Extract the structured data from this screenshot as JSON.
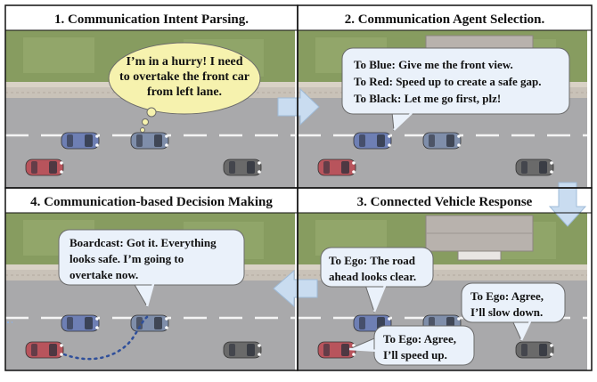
{
  "panels": [
    {
      "title": "1. Communication Intent Parsing.",
      "bubble_lines": [
        "I’m in a hurry! I need",
        "to overtake the front car",
        "from left lane."
      ]
    },
    {
      "title": "2. Communication Agent Selection.",
      "bubble_lines": [
        "To Blue: Give me the front view.",
        "To Red: Speed up to create a safe gap.",
        "To Black: Let me go first, plz!"
      ]
    },
    {
      "title": "3. Connected Vehicle Response",
      "bubbles": [
        {
          "lines": [
            "To Ego: The road",
            "ahead looks clear."
          ]
        },
        {
          "lines": [
            "To Ego: Agree,",
            "I’ll slow down."
          ]
        },
        {
          "lines": [
            "To Ego: Agree,",
            "I’ll speed up."
          ]
        }
      ]
    },
    {
      "title": "4. Communication-based Decision Making",
      "bubble_lines": [
        "Boardcast: Got it. Everything",
        "looks safe. I’m going to",
        "overtake now."
      ]
    }
  ],
  "colors": {
    "grass": "#8fa267",
    "road": "#a9a9ab",
    "sidewalk": "#c9c2b8",
    "lane": "#f4f4f4",
    "thought_bubble": "#f6f2ae",
    "speech_bubble": "#eaf1fa",
    "bubble_stroke": "#6a6a6a",
    "arrow": "#c9dcf0",
    "car_blue": "#6e7fb4",
    "car_red": "#b8545c",
    "car_black": "#6a6a6a",
    "car_ego": "#7f8eaa",
    "path": "#2f4f9a"
  }
}
